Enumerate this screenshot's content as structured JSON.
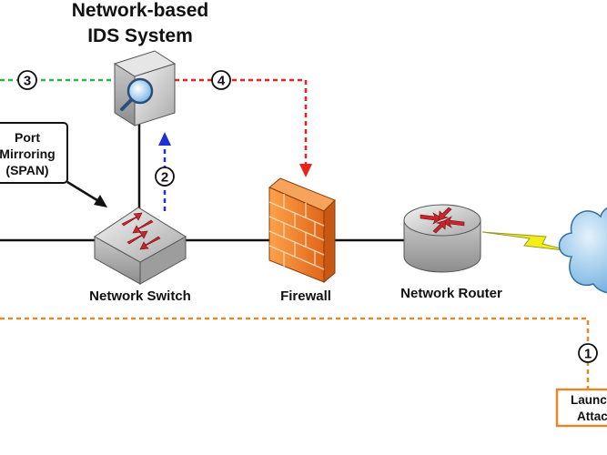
{
  "title": {
    "line1": "Network-based",
    "line2": "IDS System"
  },
  "callout": {
    "line1": "Port",
    "line2": "Mirroring",
    "line3": "(SPAN)"
  },
  "devices": {
    "switch": "Network Switch",
    "firewall": "Firewall",
    "router": "Network Router"
  },
  "steps": {
    "s1": "1",
    "s2": "2",
    "s3": "3",
    "s4": "4"
  },
  "attack_box": {
    "line1": "Launch",
    "line2": "Attack"
  },
  "colors": {
    "green_path": "#2db34a",
    "red_path": "#e8231f",
    "blue_path": "#1f2fd6",
    "orange_path": "#e08a2a",
    "firewall": "#f07a22",
    "cloud": "#8dc3ec",
    "lightning": "#f2ee1a"
  }
}
